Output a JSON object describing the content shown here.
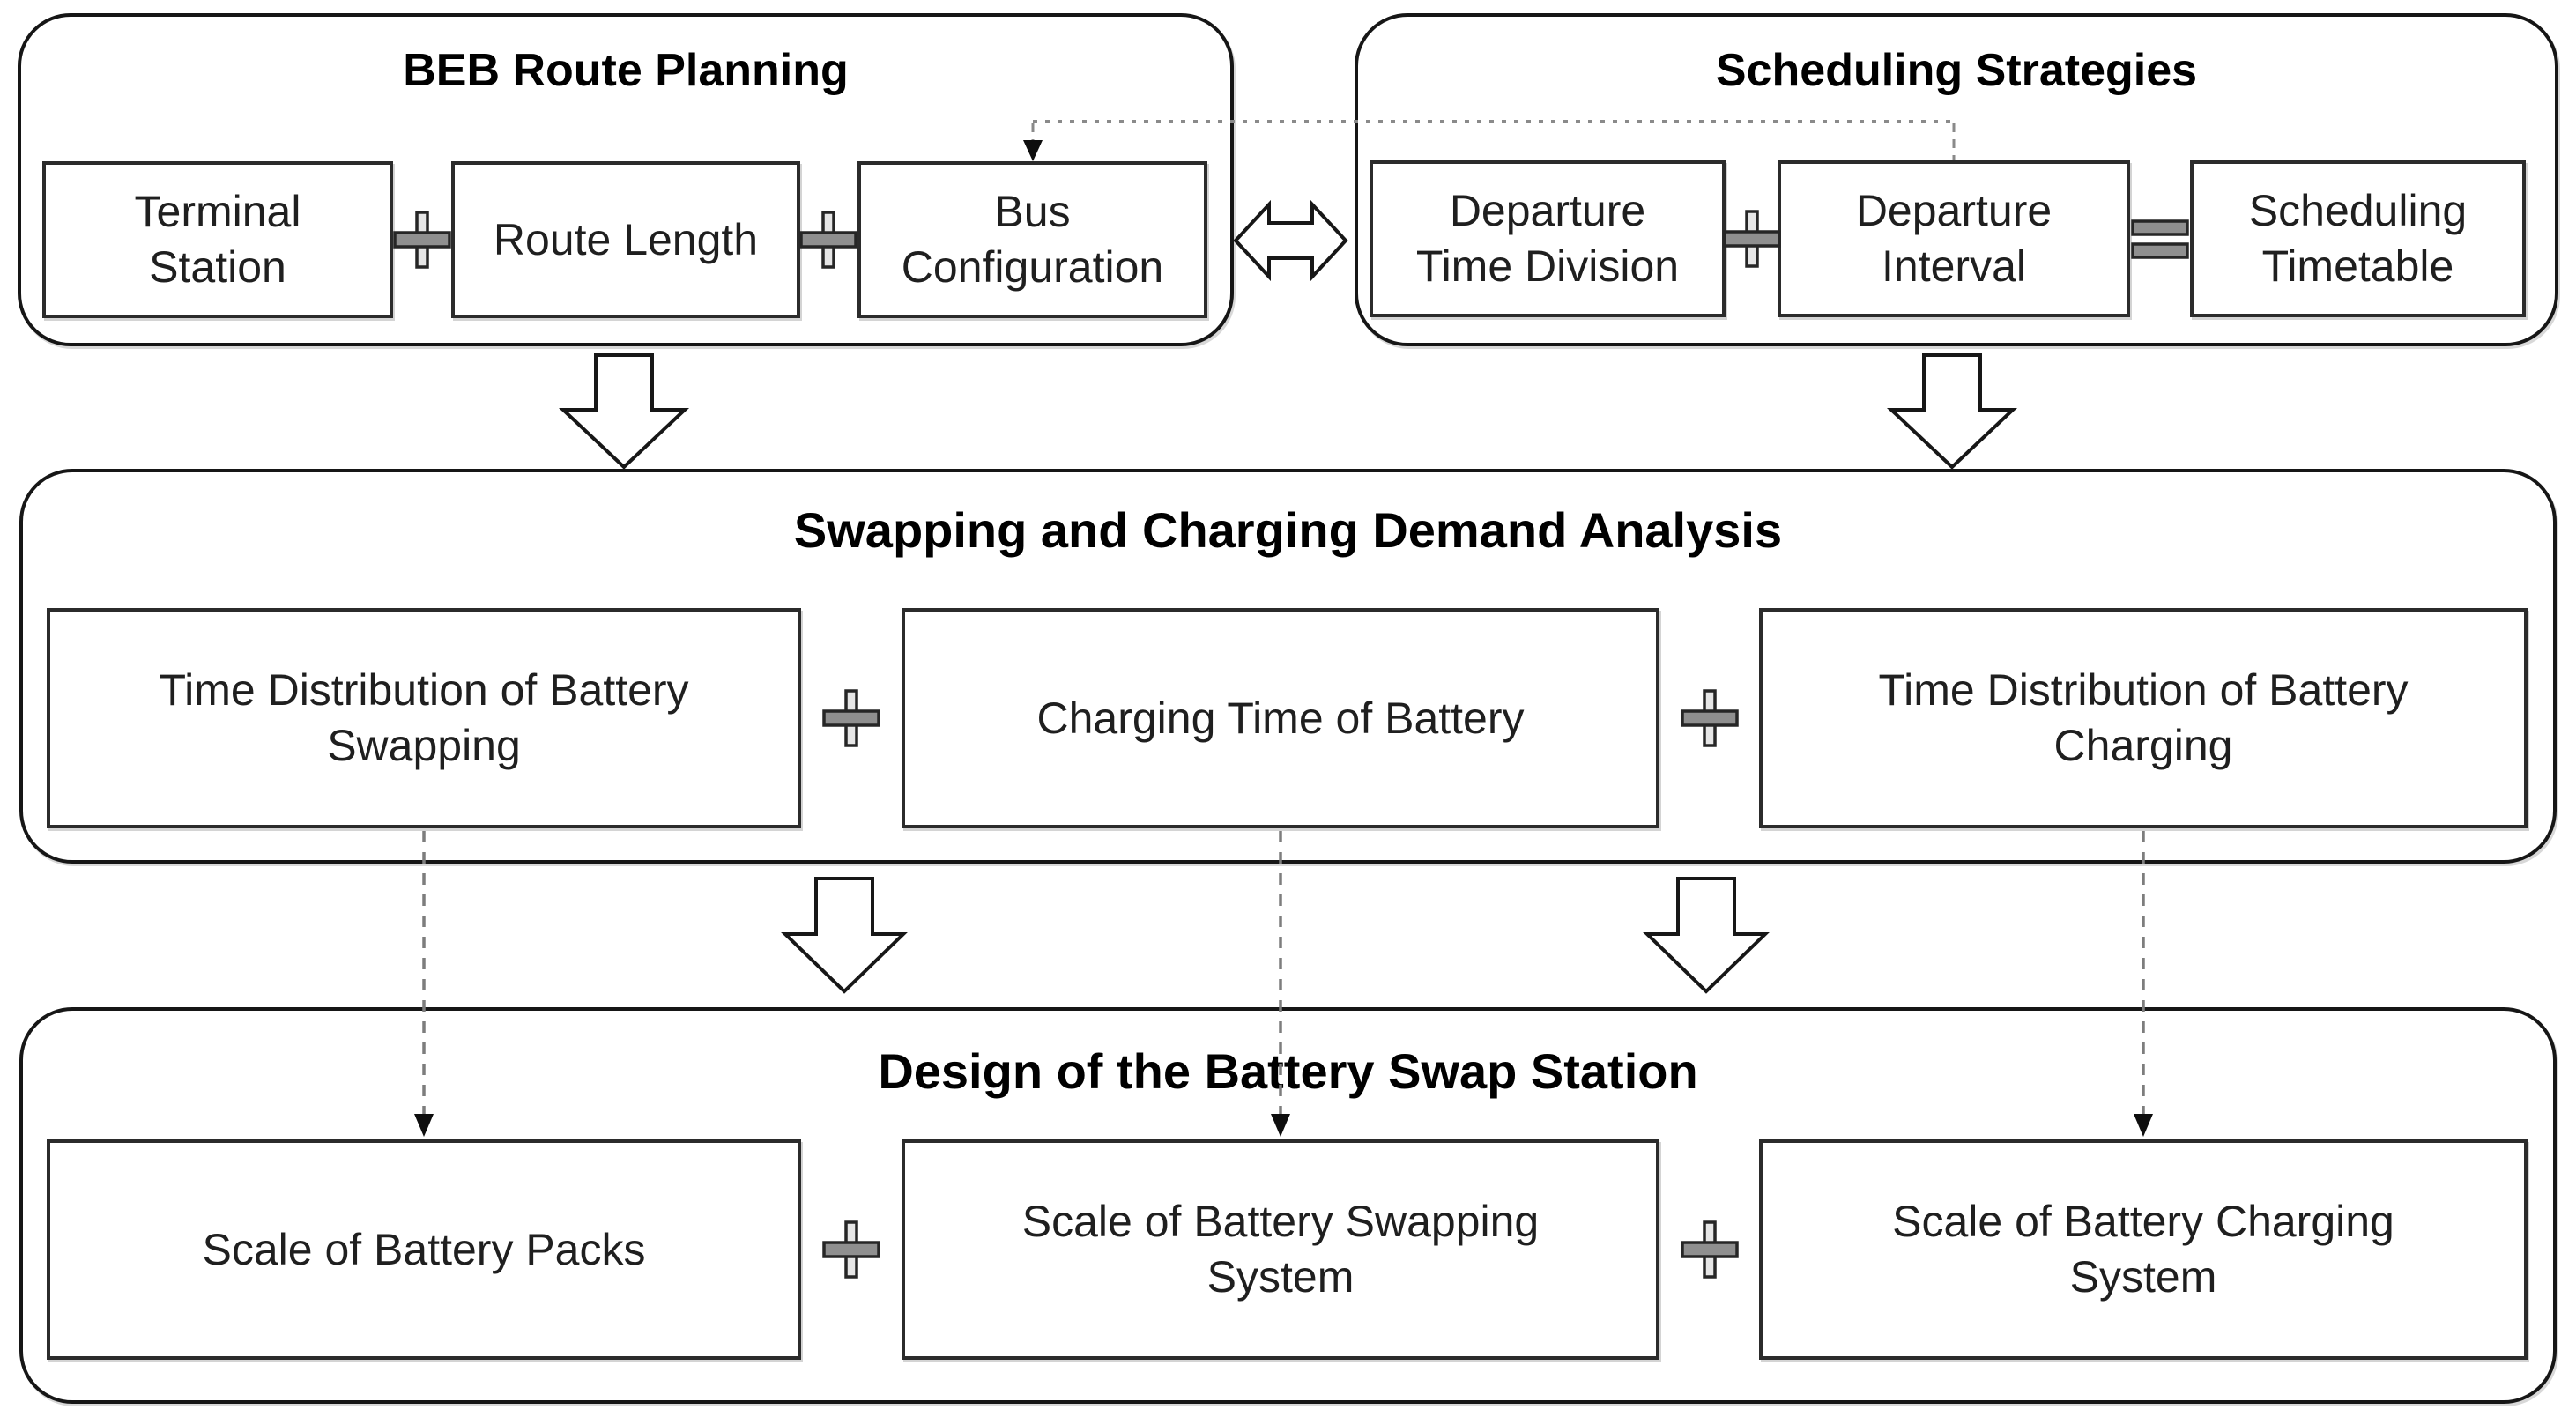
{
  "figure": {
    "background_color": "#ffffff",
    "line_color": "#161616",
    "box_border_color": "#2b2b2b",
    "operator_fill_gray": "#8f8f8f",
    "connector_gray": "#7d7d7d",
    "panels": {
      "route": {
        "title": "BEB Route Planning",
        "boxes": [
          {
            "label": "Terminal\nStation"
          },
          {
            "label": "Route Length"
          },
          {
            "label": "Bus\nConfiguration"
          }
        ],
        "operators": [
          "plus",
          "plus"
        ]
      },
      "sched": {
        "title": "Scheduling Strategies",
        "boxes": [
          {
            "label": "Departure\nTime Division"
          },
          {
            "label": "Departure\nInterval"
          },
          {
            "label": "Scheduling\nTimetable"
          }
        ],
        "operators": [
          "plus",
          "equals"
        ]
      },
      "demand": {
        "title": "Swapping and Charging Demand Analysis",
        "boxes": [
          {
            "label": "Time Distribution of Battery\nSwapping"
          },
          {
            "label": "Charging Time of Battery"
          },
          {
            "label": "Time Distribution of Battery\nCharging"
          }
        ],
        "operators": [
          "plus",
          "plus"
        ]
      },
      "design": {
        "title": "Design of the Battery Swap Station",
        "boxes": [
          {
            "label": "Scale of Battery Packs"
          },
          {
            "label": "Scale of Battery Swapping\nSystem"
          },
          {
            "label": "Scale of Battery Charging\nSystem"
          }
        ],
        "operators": [
          "plus",
          "plus"
        ]
      }
    },
    "connectors": [
      {
        "from": "Departure Interval",
        "to": "Bus Configuration",
        "style": "dashed-arrow"
      },
      {
        "from": "BEB Route Planning",
        "to": "Scheduling Strategies",
        "style": "hollow-double-arrow"
      },
      {
        "from": "BEB Route Planning",
        "to": "Swapping and Charging Demand Analysis",
        "style": "hollow-block-arrow-down"
      },
      {
        "from": "Scheduling Strategies",
        "to": "Swapping and Charging Demand Analysis",
        "style": "hollow-block-arrow-down"
      },
      {
        "from": "Swapping and Charging Demand Analysis",
        "to": "Design of the Battery Swap Station (left)",
        "style": "hollow-block-arrow-down"
      },
      {
        "from": "Swapping and Charging Demand Analysis",
        "to": "Design of the Battery Swap Station (right)",
        "style": "hollow-block-arrow-down"
      },
      {
        "from": "Time Distribution of Battery Swapping",
        "to": "Scale of Battery Packs",
        "style": "dashed-arrow"
      },
      {
        "from": "Charging Time of Battery",
        "to": "Scale of Battery Swapping System",
        "style": "dashed-arrow"
      },
      {
        "from": "Time Distribution of Battery Charging",
        "to": "Scale of Battery Charging System",
        "style": "dashed-arrow"
      }
    ]
  }
}
